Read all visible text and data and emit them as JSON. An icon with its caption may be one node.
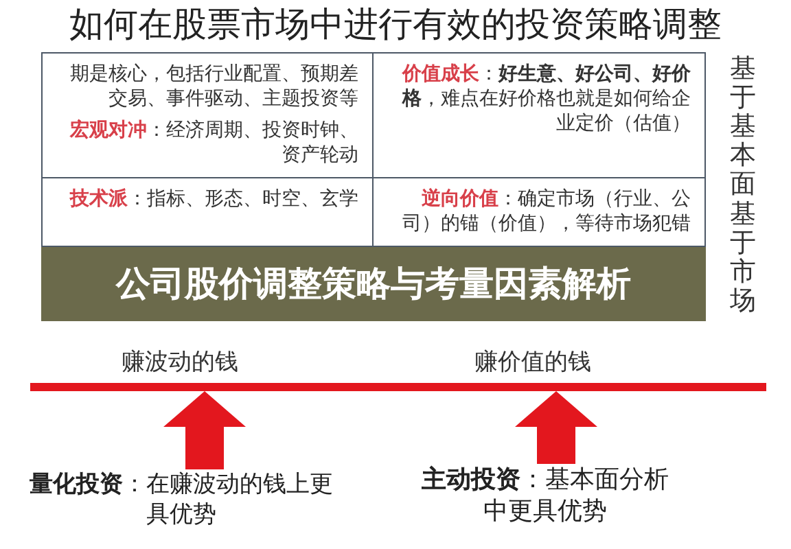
{
  "diagram": {
    "title": "如何在股票市场中进行有效的投资策略调整",
    "nodes": [
      {
        "text": [
          "期是核心，包括行业配置、预期差交易、事件驱动、主题投资等",
          "**宏观对冲**：经济周期、投资时钟、资产轮动"
        ]
      },
      {
        "text": [
          "**价值成长**：**好生意、好公司、好价格**，难点在好价格也就是如何给企业定价（估值）"
        ]
      },
      {
        "text": [
          "**技术派**：指标、形态、时空、玄学"
        ]
      },
      {
        "text": [
          "**逆向价值**：确定市场（行业、公司）的锚（价值），等待市场犯错"
        ]
      },
      {
        "text": [],
        "shape": "bar"
      },
      {
        "text": [
          "**量化投资**：在赚波动的钱上更具优势"
        ]
      },
      {
        "text": [
          "**主动投资**：基本面分析中更具优势"
        ]
      }
    ],
    "edges": [
      {
        "from": 5,
        "to": 4,
        "arrow": "to"
      },
      {
        "from": 6,
        "to": 4,
        "arrow": "to"
      }
    ],
    "labels": [
      "基于基本面",
      "基于市场",
      "公司股价调整策略与考量因素解析",
      "赚波动的钱",
      "赚价值的钱"
    ]
  }
}
